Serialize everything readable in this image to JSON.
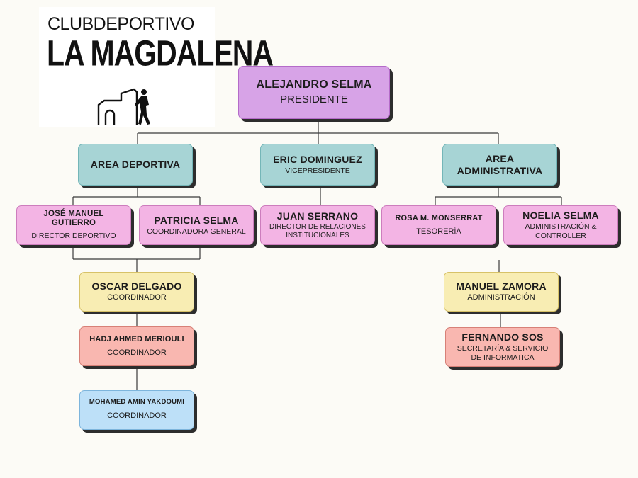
{
  "logo": {
    "line1": "CLUBDEPORTIVO",
    "line2": "LA MAGDALENA",
    "emblem_icon": "chapel-and-runner-icon"
  },
  "colors": {
    "purple": "#d7a3e7",
    "teal": "#a7d4d5",
    "pink": "#f3b4e4",
    "yellow": "#f8edb3",
    "salmon": "#f9b7b0",
    "blue": "#bde0f8",
    "line": "#3a3a3a"
  },
  "org": {
    "president": {
      "name": "ALEJANDRO SELMA",
      "role": "PRESIDENTE"
    },
    "area_deportiva": {
      "name": "AREA DEPORTIVA"
    },
    "vicepresident": {
      "name": "ERIC DOMINGUEZ",
      "role": "VICEPRESIDENTE"
    },
    "area_administrativa": {
      "name": "AREA ADMINISTRATIVA"
    },
    "director_deportivo": {
      "name": "JOSÉ MANUEL GUTIERRO",
      "role": "DIRECTOR DEPORTIVO"
    },
    "coordinadora_general": {
      "name": "PATRICIA SELMA",
      "role": "COORDINADORA GENERAL"
    },
    "relaciones": {
      "name": "JUAN SERRANO",
      "role": "DIRECTOR DE RELACIONES INSTITUCIONALES"
    },
    "tesoreria": {
      "name": "ROSA M. MONSERRAT",
      "role": "TESORERÍA"
    },
    "controller": {
      "name": "NOELIA SELMA",
      "role": "ADMINISTRACIÓN & CONTROLLER"
    },
    "coordinador_1": {
      "name": "OSCAR DELGADO",
      "role": "COORDINADOR"
    },
    "coordinador_2": {
      "name": "HADJ AHMED MERIOULI",
      "role": "COORDINADOR"
    },
    "coordinador_3": {
      "name": "MOHAMED AMIN YAKDOUMI",
      "role": "COORDINADOR"
    },
    "administracion": {
      "name": "MANUEL ZAMORA",
      "role": "ADMINISTRACIÓN"
    },
    "secretaria": {
      "name": "FERNANDO SOS",
      "role": "SECRETARÍA & SERVICIO DE INFORMATICA"
    }
  }
}
